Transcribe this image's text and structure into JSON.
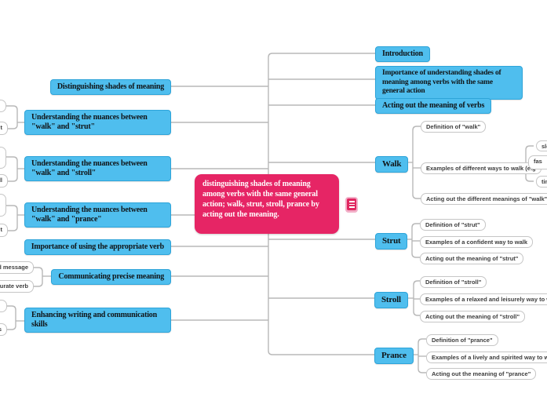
{
  "colors": {
    "topic_blue": "#4fbeee",
    "root_pink": "#e62565",
    "connector_gray": "#b8b8b8"
  },
  "root": {
    "label": "distinguishing shades of meaning among verbs with the same general action; walk, strut, stroll, prance  by acting out the meaning."
  },
  "left": {
    "items": [
      {
        "label": "Distinguishing shades of meaning"
      },
      {
        "label": "Understanding the nuances between \"walk\" and \"strut\""
      },
      {
        "label": "Understanding the nuances between \"walk\" and \"stroll\""
      },
      {
        "label": "Understanding the nuances between \"walk\" and \"prance\""
      },
      {
        "label": "Importance of using the appropriate verb"
      },
      {
        "label": "Communicating precise meaning"
      },
      {
        "label": "Enhancing writing and communication skills"
      }
    ],
    "cut_children": [
      {
        "fragment": ""
      },
      {
        "fragment": "t"
      },
      {
        "fragment": ""
      },
      {
        "fragment": "ll"
      },
      {
        "fragment": ""
      },
      {
        "fragment": "t"
      },
      {
        "fragment": "ired message"
      },
      {
        "fragment": "accurate verb"
      },
      {
        "fragment": ""
      },
      {
        "fragment": "s"
      }
    ]
  },
  "right": {
    "items": [
      {
        "label": "Introduction"
      },
      {
        "label": "Importance of understanding shades of meaning among verbs with the same general action"
      },
      {
        "label": "Acting out the meaning of verbs"
      }
    ],
    "walk": {
      "label": "Walk",
      "children": [
        "Definition of \"walk\"",
        "Examples of different ways to walk (e.g",
        "Acting out the different meanings of \"walk\""
      ],
      "cut_children": [
        "slo",
        "fas",
        "tim"
      ]
    },
    "strut": {
      "label": "Strut",
      "children": [
        "Definition of \"strut\"",
        "Examples of a confident way to walk",
        "Acting out the meaning of \"strut\""
      ]
    },
    "stroll": {
      "label": "Stroll",
      "children": [
        "Definition of \"stroll\"",
        "Examples of a relaxed and leisurely way to walk",
        "Acting out the meaning of \"stroll\""
      ]
    },
    "prance": {
      "label": "Prance",
      "children": [
        "Definition of \"prance\"",
        "Examples of a lively and spirited way to walk",
        "Acting out the meaning of \"prance\""
      ]
    }
  },
  "icons": {
    "notes": "notes-icon"
  }
}
